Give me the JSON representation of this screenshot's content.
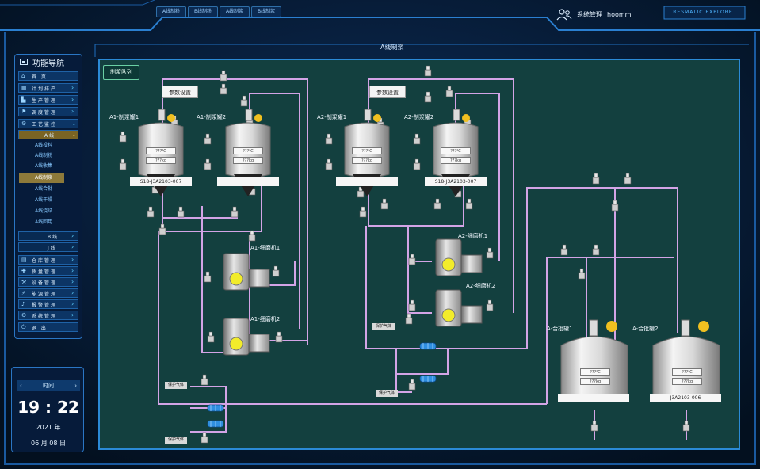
{
  "header": {
    "tabs": [
      "A线制粉",
      "B线制粉",
      "A线制浆",
      "B线制浆"
    ],
    "user_role": "系统管理",
    "user_name": "hoomm",
    "logo_text": "RESMATIC EXPLORE"
  },
  "sidebar": {
    "title": "功能导航",
    "items": [
      {
        "label": "首 页",
        "icon": "home-icon",
        "chevron": false
      },
      {
        "label": "计划排产",
        "icon": "calendar-icon",
        "chevron": true
      },
      {
        "label": "生产管理",
        "icon": "factory-icon",
        "chevron": true
      },
      {
        "label": "调度管理",
        "icon": "dispatch-icon",
        "chevron": true
      },
      {
        "label": "工艺监控",
        "icon": "monitor-icon",
        "chevron": true
      }
    ],
    "open_item": "A线",
    "sub_items": [
      "A线投料",
      "A线制粉",
      "A线收集",
      "A线制浆",
      "A线合批",
      "A线干燥",
      "A线烧结",
      "A线回用"
    ],
    "active_sub": 3,
    "collapsed_lines": [
      "B线",
      "J线"
    ],
    "bottom_items": [
      {
        "label": "仓库管理",
        "icon": "warehouse-icon"
      },
      {
        "label": "质量管理",
        "icon": "quality-icon"
      },
      {
        "label": "设备管理",
        "icon": "equipment-icon"
      },
      {
        "label": "能源管理",
        "icon": "energy-icon"
      },
      {
        "label": "报警管理",
        "icon": "alarm-icon"
      },
      {
        "label": "系统管理",
        "icon": "settings-icon"
      },
      {
        "label": "退 出",
        "icon": "power-icon"
      }
    ]
  },
  "clock": {
    "header_label": "时间",
    "time": "19 : 22",
    "year": "2021 年",
    "date": "06 月 08 日"
  },
  "main": {
    "title": "A线制浆",
    "process_button": "制浆队列",
    "param_button_left": "参数设置",
    "param_button_right": "参数设置",
    "tanks": [
      {
        "label": "A1-制浆罐1",
        "temp": "???℃",
        "weight": "???kg"
      },
      {
        "label": "A1-制浆罐2",
        "temp": "???℃",
        "weight": "???kg"
      },
      {
        "label": "A2-制浆罐1",
        "temp": "???℃",
        "weight": "???kg"
      },
      {
        "label": "A2-制浆罐2",
        "temp": "???℃",
        "weight": "???kg"
      }
    ],
    "plates": [
      "S18-J3A2103-007",
      "",
      "",
      "S18-J3A2103-007"
    ],
    "mills": [
      "A1-细磨机1",
      "A1-细磨机2",
      "A2-细磨机1",
      "A2-细磨机2"
    ],
    "mix_tanks": [
      {
        "label": "A-合批罐1",
        "temp": "???℃",
        "weight": "???kg",
        "plate": ""
      },
      {
        "label": "A-合批罐2",
        "temp": "???℃",
        "weight": "???kg",
        "plate": "J3A2103-006"
      }
    ],
    "flow_tags": [
      "保护气体",
      "保护气体",
      "保护气体",
      "保护气体"
    ]
  },
  "colors": {
    "pipe": "#d3a4e6",
    "panel_bg": "#13403f",
    "frame": "#2b8ad6",
    "valve": "#f0c020",
    "pump": "#2f8fe0"
  }
}
